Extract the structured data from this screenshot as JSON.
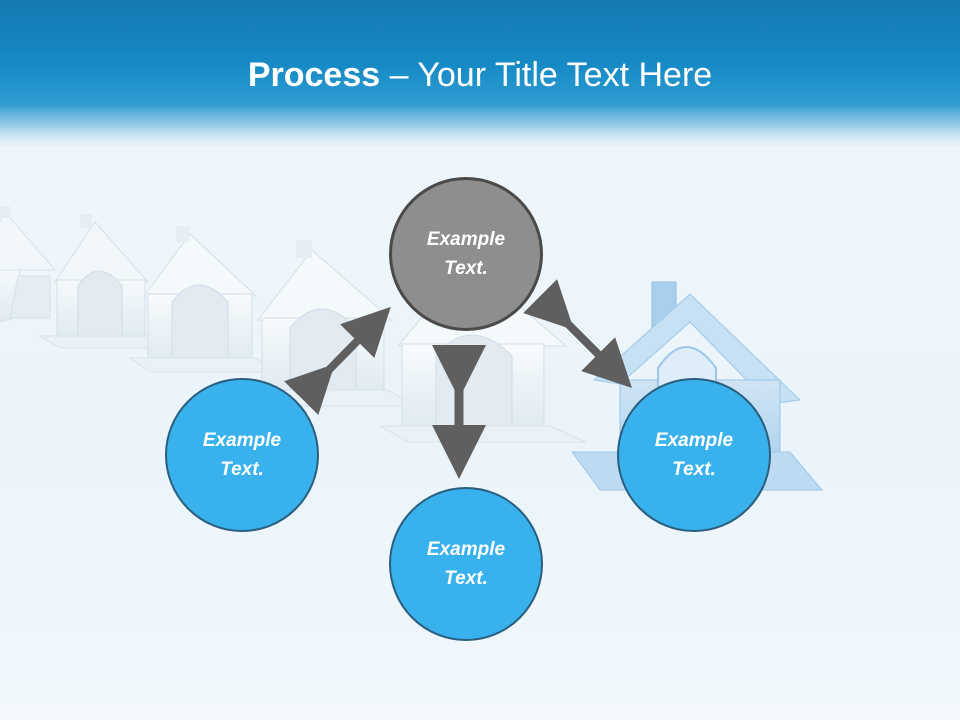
{
  "slide": {
    "title_bold": "Process",
    "title_rest": " – Your Title Text Here"
  },
  "nodes": {
    "top": {
      "line1": "Example",
      "line2": "Text."
    },
    "left": {
      "line1": "Example",
      "line2": "Text."
    },
    "right": {
      "line1": "Example",
      "line2": "Text."
    },
    "bottom": {
      "line1": "Example",
      "line2": "Text."
    }
  },
  "colors": {
    "header": "#178bc6",
    "circle_blue": "#39b1ec",
    "circle_grey": "#8e8e8e",
    "arrow": "#5f5f5f"
  }
}
